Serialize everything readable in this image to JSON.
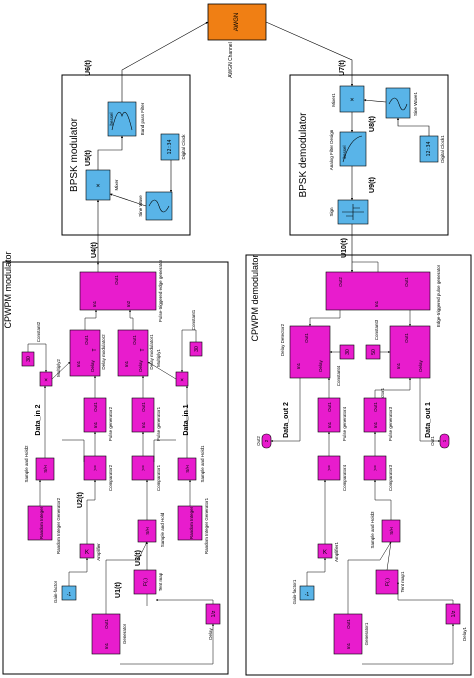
{
  "colors": {
    "magenta": "#e81ccd",
    "blue": "#59b4e8",
    "orange": "#f07f14",
    "line": "#000000"
  },
  "cpwpm_modulator": {
    "title": "CPWPM modulator",
    "blocks": {
      "pulse_edge": {
        "label": "Pulse-triggered edge generator",
        "in1": "In1",
        "in2": "In2",
        "out": "Out1"
      },
      "delay_mod2": {
        "label": "Delay modulator2",
        "in1": "In1",
        "delay": "Delay",
        "out": "Out1",
        "tau": "T"
      },
      "delay_mod1": {
        "label": "Delay modulator1",
        "in1": "In1",
        "delay": "Delay",
        "out": "Out1",
        "tau": "T"
      },
      "constant2": {
        "label": "Constant2",
        "value": "30"
      },
      "constant1": {
        "label": "Constant1",
        "value": "30"
      },
      "multiply2": {
        "label": "Multiply2",
        "sign": "×"
      },
      "multiply1": {
        "label": "Multiply1",
        "sign": "×"
      },
      "pulse_gen2": {
        "label": "Pulse generator2",
        "in": "In1",
        "out": "Out1"
      },
      "pulse_gen1": {
        "label": "Pulse generator1",
        "in": "In1",
        "out": "Out1"
      },
      "comparator2": {
        "label": "Comparator2",
        "sign": ">="
      },
      "comparator1": {
        "label": "Comparator1",
        "sign": ">="
      },
      "sample_hold2": {
        "label": "Sample and Hold2",
        "text": "S/H"
      },
      "sample_hold1": {
        "label": "Sample and Hold1",
        "text": "S/H"
      },
      "sample_hold": {
        "label": "Sample and Hold",
        "text": "S/H"
      },
      "rand_int2": {
        "label": "Random Integer Generator2",
        "text": "Random Integer"
      },
      "rand_int1": {
        "label": "Random Integer Generator1",
        "text": "Random Integer"
      },
      "amplifier": {
        "label": "Amplifier",
        "text": "K"
      },
      "gain_factor": {
        "label": "Gain-factor",
        "value": "-1"
      },
      "tent_map": {
        "label": "Tent map",
        "text": "F(.)"
      },
      "generator": {
        "label": "Generator",
        "in": "In1",
        "out": "Out1"
      },
      "delay": {
        "label": "Delay",
        "text": "1/z"
      }
    },
    "signals": {
      "data_in_2": "Data_in 2",
      "data_in_1": "Data_in 1",
      "u1": "U1(t)",
      "u2": "U2(t)",
      "u3": "U3(t)",
      "u4": "U4(t)"
    }
  },
  "bpsk_modulator": {
    "title": "BPSK modulator",
    "blocks": {
      "bandpass": {
        "label": "Band pass Filter",
        "text": "bessel"
      },
      "mixer": {
        "label": "Mixer",
        "sign": "×"
      },
      "sine_wave": {
        "label": "Sine Wave"
      },
      "digital_clock": {
        "label": "Digital Clock",
        "value": "12:34"
      }
    },
    "signals": {
      "u5": "U5(t)",
      "u6": "U6(t)"
    }
  },
  "awgn": {
    "label": "AWGN Channel",
    "text": "AWGN"
  },
  "bpsk_demodulator": {
    "title": "BPSK demodulator",
    "blocks": {
      "mixer1": {
        "label": "Mixer1",
        "sign": "×"
      },
      "lowpass": {
        "label": "Analog Filter Design",
        "text": "bessel"
      },
      "sine_wave1": {
        "label": "Sine Wave1"
      },
      "digital_clock1": {
        "label": "Digital Clock1",
        "value": "12:34"
      },
      "sign": {
        "label": "Sign"
      }
    },
    "signals": {
      "u7": "U7(t)",
      "u8": "U8(t)",
      "u9": "U9(t)",
      "u10": "U10(t)"
    }
  },
  "cpwpm_demodulator": {
    "title": "CPWPM demodulator",
    "blocks": {
      "edge_pulse": {
        "label": "Edge-triggered pulse generator",
        "in": "In1",
        "out1": "Out1",
        "out2": "Out2"
      },
      "delay_det2": {
        "label": "Delay Detector2",
        "in": "In1",
        "delay": "Delay",
        "out": "Out1"
      },
      "delay_det1": {
        "label": "Delay Detector1",
        "in": "In1",
        "delay": "Delay",
        "out": "Out1"
      },
      "constant4": {
        "label": "Constant4",
        "value": "30"
      },
      "constant3": {
        "label": "Constant3",
        "value": "50"
      },
      "pulse_gen4": {
        "label": "Pulse generator4",
        "in": "In1",
        "out": "Out1"
      },
      "pulse_gen3": {
        "label": "Pulse generator3",
        "in": "In1",
        "out": "Out1"
      },
      "comparator4": {
        "label": "Comparator4",
        "sign": ">="
      },
      "comparator3": {
        "label": "Comparator3",
        "sign": ">="
      },
      "sample_hold3": {
        "label": "Sample and Hold3",
        "text": "S/H"
      },
      "amplifier1": {
        "label": "Amplifier1",
        "text": "K"
      },
      "gain_factor1": {
        "label": "Gain-factor1",
        "value": "-1"
      },
      "tent_map1": {
        "label": "Tent map1",
        "text": "F(.)"
      },
      "generator1": {
        "label": "Generator1",
        "in": "In1",
        "out": "Out1"
      },
      "delay1": {
        "label": "Delay1",
        "text": "1/z"
      },
      "out2": {
        "label": "Out2",
        "port": "2"
      },
      "out1": {
        "label": "Out1",
        "port": "1"
      }
    },
    "signals": {
      "data_out_2": "Data_out 2",
      "data_out_1": "Data_out 1"
    }
  }
}
